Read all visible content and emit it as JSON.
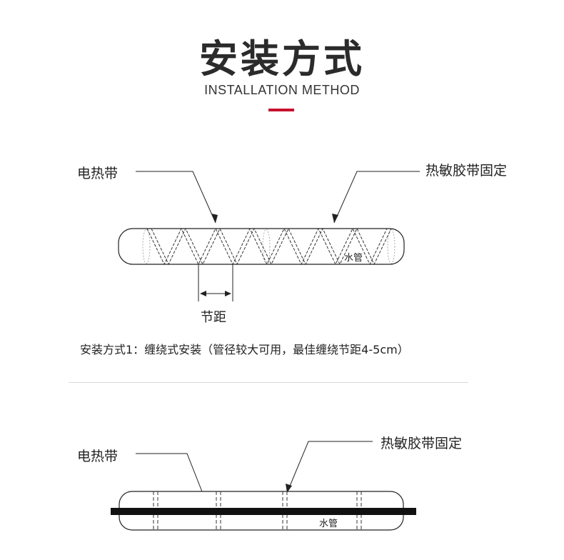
{
  "header": {
    "title": "安装方式",
    "subtitle": "INSTALLATION METHOD",
    "accent_color": "#c8102e"
  },
  "method1": {
    "label_heating_tape": "电热带",
    "label_fixing_tape": "热敏胶带固定",
    "label_pipe": "水管",
    "label_pitch": "节距",
    "caption": "安装方式1：缠绕式安装（管径较大可用，最佳缠绕节距4-5cm）"
  },
  "method2": {
    "label_heating_tape": "电热带",
    "label_fixing_tape": "热敏胶带固定",
    "label_pipe": "水管"
  }
}
